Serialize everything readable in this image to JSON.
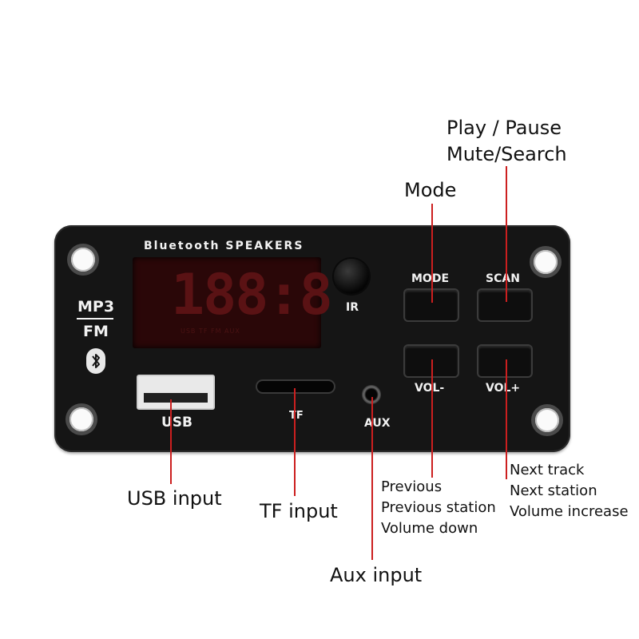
{
  "panel": {
    "brand": "Bluetooth SPEAKERS",
    "left_logo": {
      "top": "MP3",
      "bottom": "FM",
      "icon": "bluetooth-icon"
    },
    "display": {
      "digits": "188:8",
      "indicators": "USB  TF  FM  AUX"
    },
    "ir_label": "IR",
    "buttons": {
      "mode": "MODE",
      "scan": "SCAN",
      "vol_down": "VOL-",
      "vol_up": "VOL+"
    },
    "ports": {
      "usb": "USB",
      "tf": "TF",
      "aux": "AUX"
    }
  },
  "callouts": {
    "scan": [
      "Play / Pause",
      "Mute/Search"
    ],
    "mode": [
      "Mode"
    ],
    "usb": [
      "USB input"
    ],
    "tf": [
      "TF input"
    ],
    "aux": [
      "Aux input"
    ],
    "vol_down": [
      "Previous",
      "Previous station",
      "Volume down"
    ],
    "vol_up": [
      "Next track",
      "Next station",
      "Volume increase"
    ]
  },
  "colors": {
    "panel": "#151515",
    "display": "#2a0708",
    "leader_line": "#cc1f1f",
    "callout_text": "#111111"
  }
}
